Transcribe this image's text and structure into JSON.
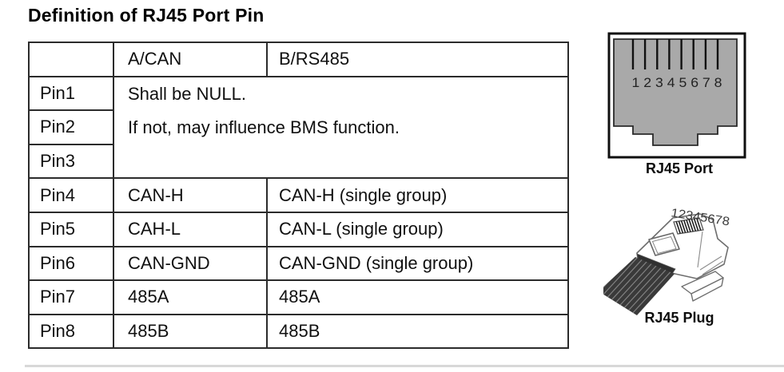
{
  "page": {
    "title": "Definition of RJ45 Port Pin"
  },
  "pin_table": {
    "col_headers": {
      "a_can": "A/CAN",
      "b_rs485": "B/RS485"
    },
    "null_group": {
      "pin1": "Pin1",
      "pin2": "Pin2",
      "pin3": "Pin3",
      "note_line1": "Shall be NULL.",
      "note_line2": "If not, may influence BMS function."
    },
    "rows": [
      {
        "pin": "Pin4",
        "a_can": "CAN-H",
        "b_rs485": "CAN-H (single group)"
      },
      {
        "pin": "Pin5",
        "a_can": "CAH-L",
        "b_rs485": "CAN-L (single group)"
      },
      {
        "pin": "Pin6",
        "a_can": "CAN-GND",
        "b_rs485": "CAN-GND (single group)"
      },
      {
        "pin": "Pin7",
        "a_can": "485A",
        "b_rs485": "485A"
      },
      {
        "pin": "Pin8",
        "a_can": "485B",
        "b_rs485": "485B"
      }
    ]
  },
  "port_diagram": {
    "pin_numbers": "1 2 3 4 5 6 7 8",
    "caption": "RJ45 Port",
    "body_color": "#a9a9a9"
  },
  "plug_diagram": {
    "pin_numbers": "12345678",
    "caption": "RJ45 Plug"
  }
}
